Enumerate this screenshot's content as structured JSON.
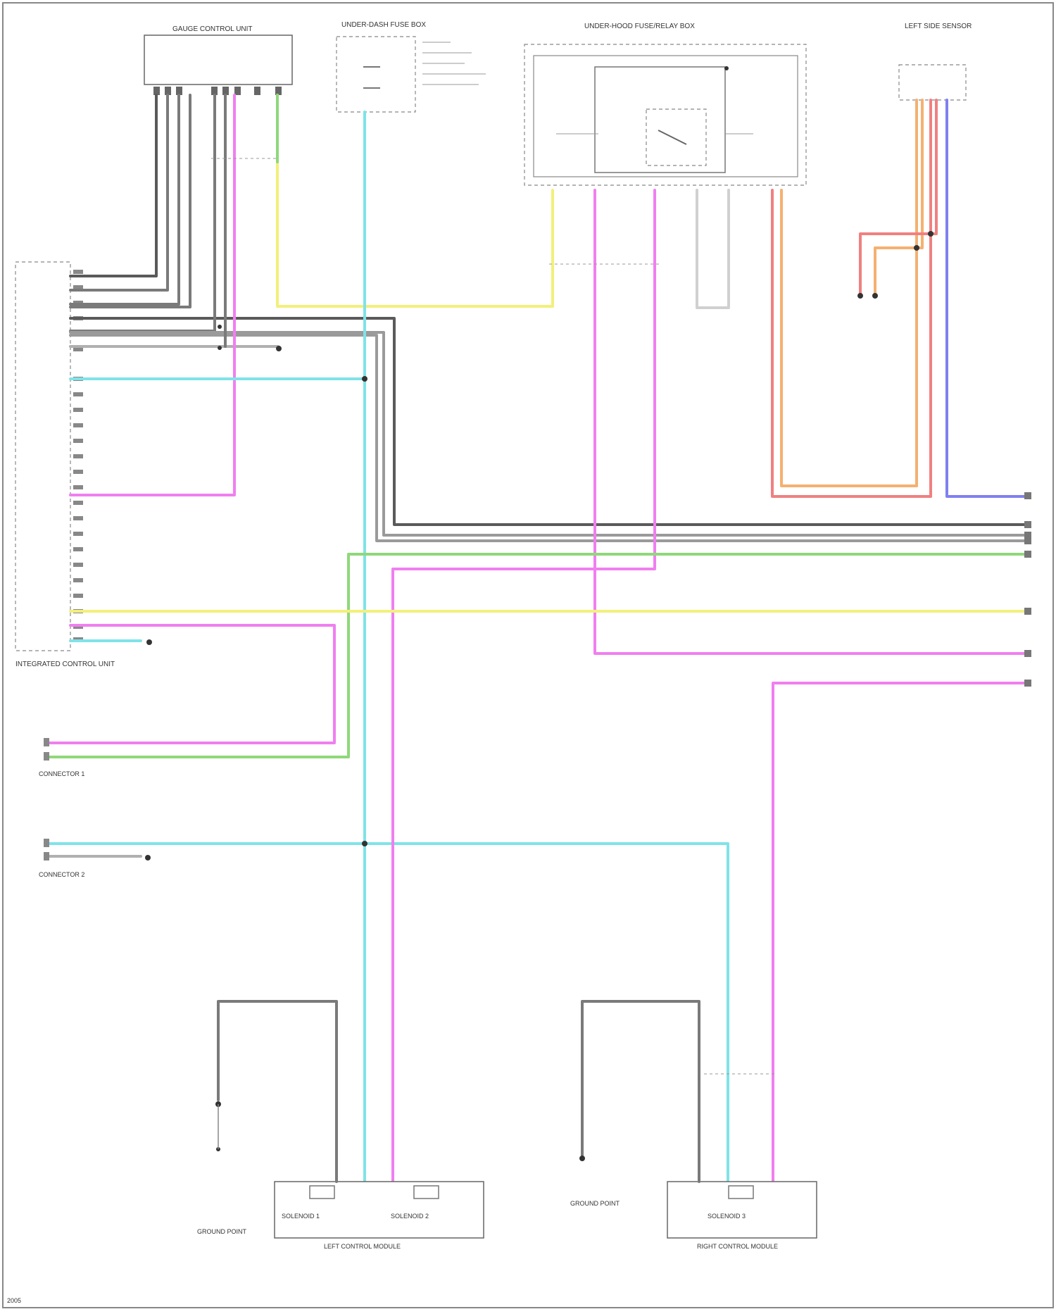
{
  "colors": {
    "gray": "#7a7a7a",
    "dark_gray": "#5a5a5a",
    "light_gray": "#b0b0b0",
    "cyan": "#7fe3e8",
    "magenta": "#f07ff0",
    "yellow": "#f2f07a",
    "green": "#8fd87a",
    "red": "#f08080",
    "orange": "#f5b070",
    "blue": "#8080f0",
    "frame": "#555555"
  },
  "components": {
    "gauge": {
      "title": "GAUGE CONTROL UNIT"
    },
    "fuse_block": {
      "title": "UNDER-DASH FUSE BOX"
    },
    "relay_box": {
      "title": "UNDER-HOOD FUSE/RELAY BOX"
    },
    "sensor_right": {
      "title": "LEFT SIDE SENSOR"
    },
    "control_unit": {
      "title": "INTEGRATED CONTROL UNIT"
    },
    "connector_1": {
      "title": "CONNECTOR 1"
    },
    "connector_2": {
      "title": "CONNECTOR 2"
    },
    "module_left": {
      "title": "LEFT CONTROL MODULE",
      "sub1": "SOLENOID 1",
      "sub2": "SOLENOID 2"
    },
    "module_right": {
      "title": "RIGHT CONTROL MODULE",
      "sub1": "SOLENOID 3"
    },
    "ground_left": {
      "title": "GROUND POINT"
    },
    "ground_right": {
      "title": "GROUND POINT"
    }
  },
  "footer": {
    "code": "2005"
  }
}
